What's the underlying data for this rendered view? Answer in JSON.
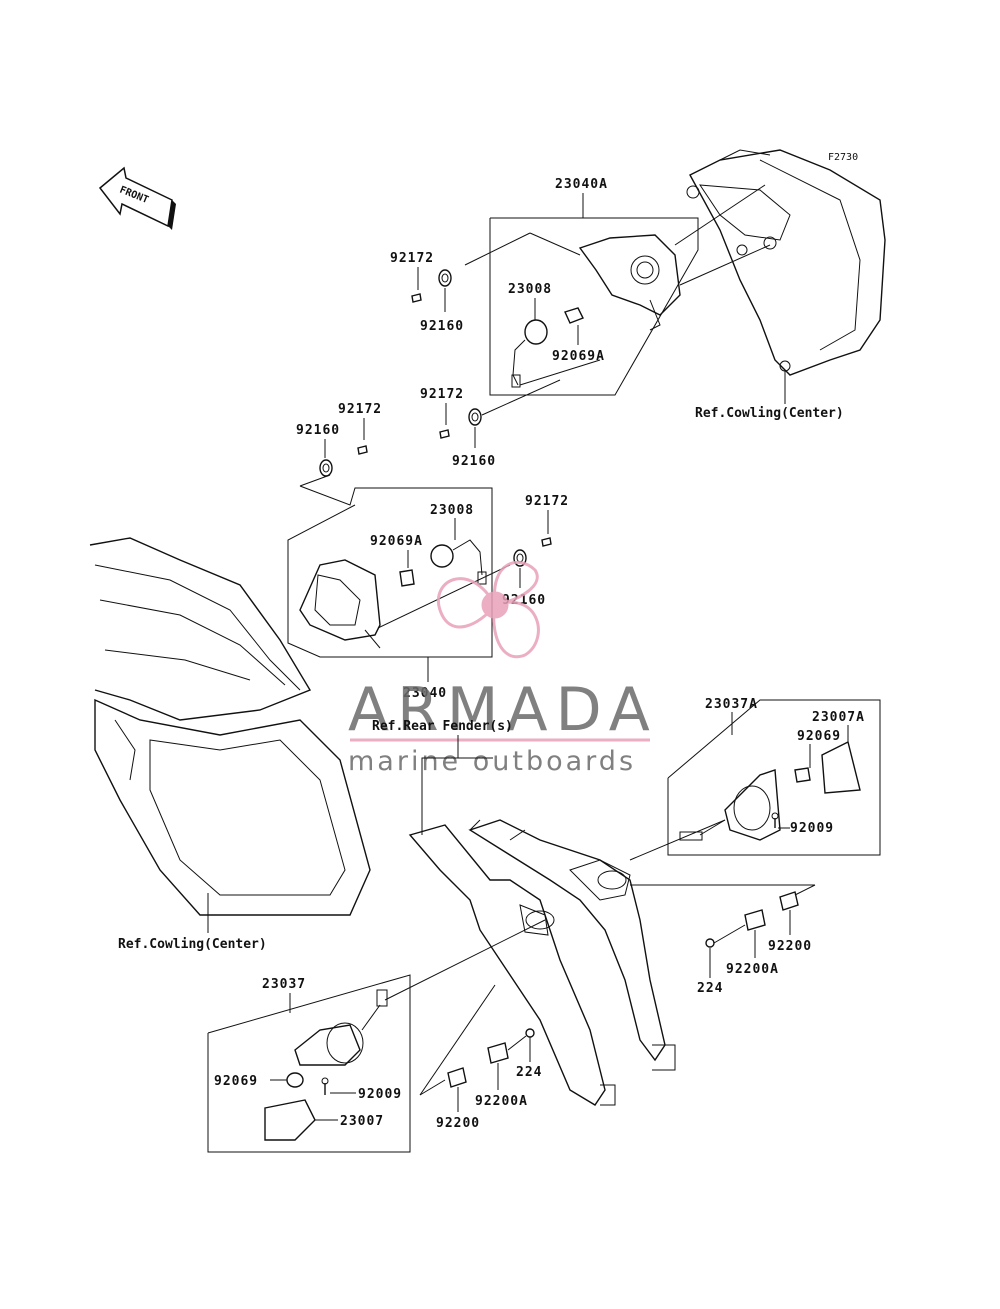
{
  "figure_code": "F2730",
  "front_label": "FRONT",
  "parts": {
    "assy_front_right": "23040A",
    "assy_front_left": "23040",
    "assy_rear_right": "23037A",
    "assy_rear_left": "23037",
    "socket_1": "23008",
    "socket_2": "23008",
    "bulb_front_1": "92069A",
    "bulb_front_2": "92069A",
    "bulb_rear_1": "92069",
    "bulb_rear_2": "92069",
    "lens_rear_right": "23007A",
    "lens_rear_left": "23007",
    "screw_92009_1": "92009",
    "screw_92009_2": "92009",
    "bolt_92172_1": "92172",
    "bolt_92172_2": "92172",
    "bolt_92172_3": "92172",
    "bolt_92172_4": "92172",
    "damper_92160_1": "92160",
    "damper_92160_2": "92160",
    "damper_92160_3": "92160",
    "damper_92160_4": "92160",
    "plate_92200_1": "92200",
    "plate_92200_2": "92200",
    "plate_92200A_1": "92200A",
    "plate_92200A_2": "92200A",
    "nut_224_1": "224",
    "nut_224_2": "224"
  },
  "references": {
    "cowling_center_top": "Ref.Cowling(Center)",
    "cowling_center_left": "Ref.Cowling(Center)",
    "rear_fender": "Ref.Rear Fender(s)"
  },
  "watermark": {
    "brand": "ARMADA",
    "tagline": "marine outboards",
    "brand_color": "#6b6b6b",
    "accent_color": "#e8a0b8"
  }
}
